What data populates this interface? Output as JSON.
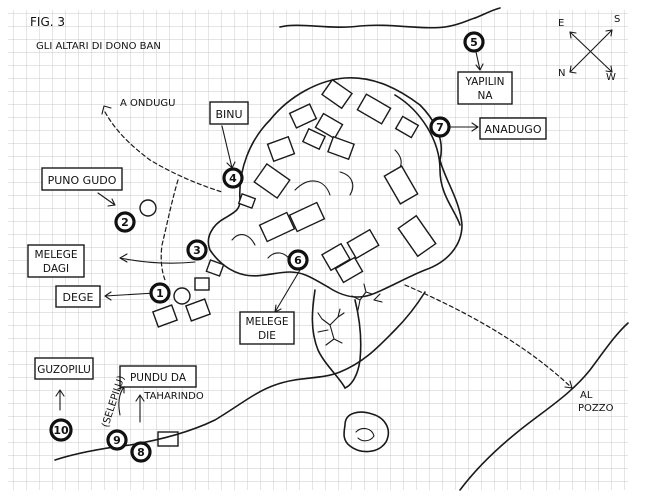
{
  "figure": {
    "fig_label": "FIG. 3",
    "title": "GLI ALTARI DI DONO BAN"
  },
  "compass": {
    "n": "N",
    "s": "S",
    "e": "E",
    "w": "W"
  },
  "labels": {
    "binu": "BINU",
    "puno_gudo": "PUNO GUDO",
    "melege_dagi_1": "MELEGE",
    "melege_dagi_2": "DAGI",
    "dege": "DEGE",
    "melege_die_1": "MELEGE",
    "melege_die_2": "DIE",
    "yapilinna_1": "YAPILIN",
    "yapilinna_2": "NA",
    "anadugo": "ANADUGO",
    "guzopilu": "GUZOPILU",
    "pundu_da_1": "PUNDU DA",
    "pundu_da_2": "TAHARINDO",
    "a_ondugu": "A ONDUGU",
    "selepilu": "(SELEPILU)",
    "al_pozzo_1": "AL",
    "al_pozzo_2": "POZZO"
  },
  "markers": [
    "1",
    "2",
    "3",
    "4",
    "5",
    "6",
    "7",
    "8",
    "9",
    "10"
  ]
}
